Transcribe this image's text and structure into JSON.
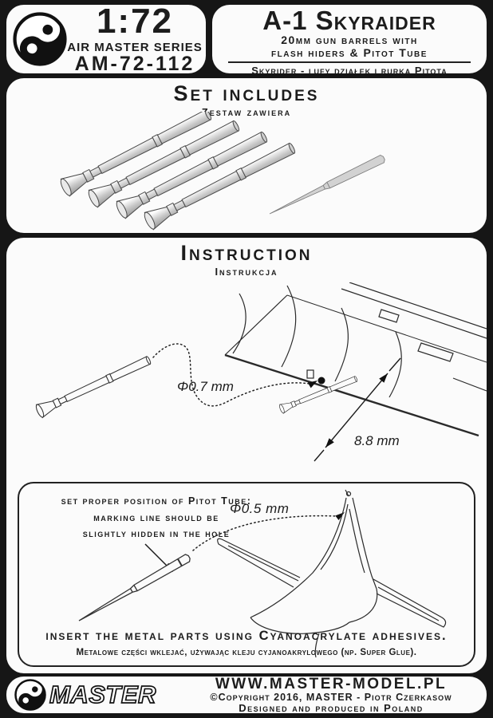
{
  "colors": {
    "background": "#161616",
    "panel": "#fbfbfb",
    "ink": "#1c1c1c"
  },
  "header": {
    "brand": {
      "scale": "1:72",
      "series": "AIR MASTER SERIES",
      "code": "AM-72-112"
    },
    "product": {
      "title": "A-1 Skyraider",
      "subtitle_line1": "20mm gun barrels with",
      "subtitle_line2": "flash hiders & Pitot Tube",
      "subtitle_pl": "Skyrider - lufy działek i rurka Pitota"
    }
  },
  "set_includes": {
    "title": "Set includes",
    "title_pl": "Zestaw zawiera"
  },
  "instruction": {
    "title": "Instruction",
    "title_pl": "Instrukcja",
    "diagram1": {
      "hole_diameter_label": "Φ0.7 mm",
      "depth_label": "8.8 mm"
    },
    "diagram2": {
      "note_line1": "set proper position of Pitot Tube:",
      "note_line2": "marking line should be",
      "note_line3": "slightly hidden in the hole",
      "hole_diameter_label": "Φ0.5 mm"
    },
    "adhesive_note_en": "insert the metal parts using Cyanoacrylate adhesives.",
    "adhesive_note_pl": "Metalowe części wklejać, używając kleju cyjanoakrylowego (np. Super Glue)."
  },
  "footer": {
    "logo_text": "MASTER",
    "website": "WWW.MASTER-MODEL.PL",
    "copyright": "©Copyright 2016, MASTER - Piotr Czerkasow",
    "origin": "Designed and produced in Poland"
  }
}
